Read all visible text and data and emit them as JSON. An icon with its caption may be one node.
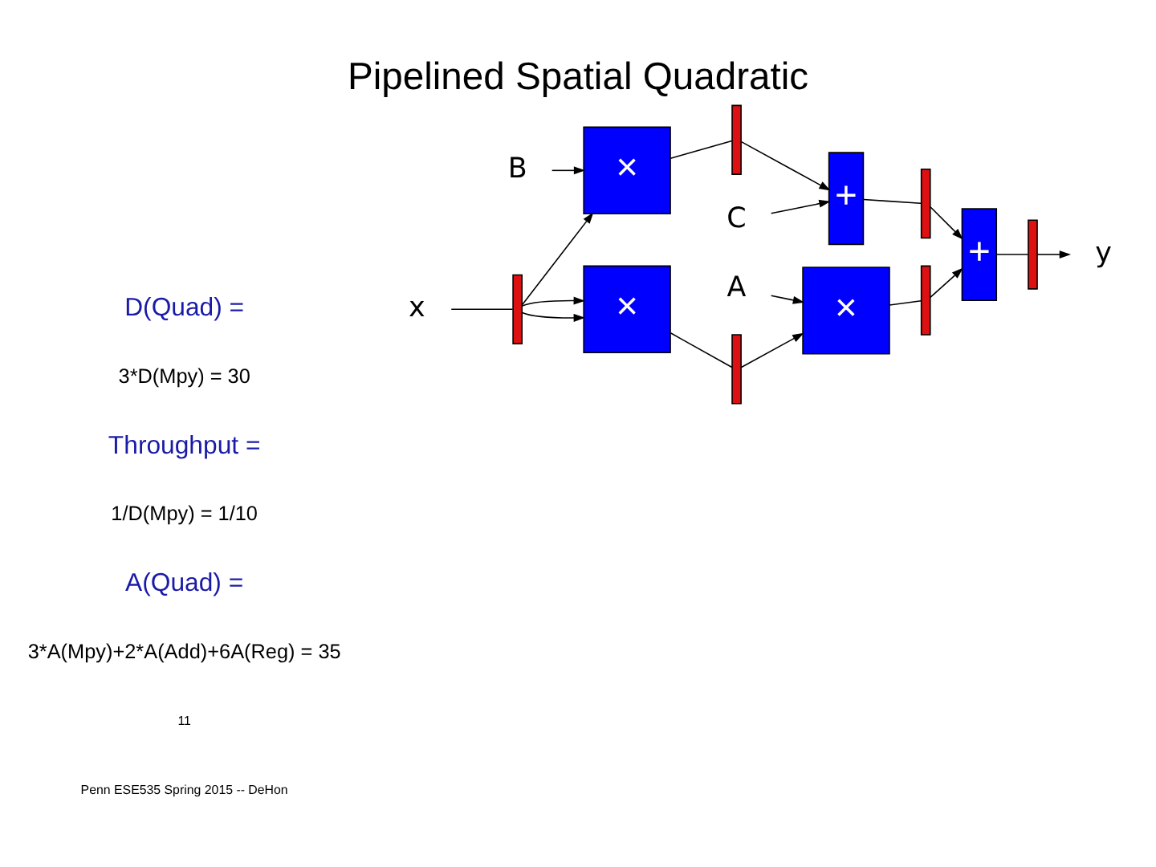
{
  "diagram": {
    "title": "Pipelined Spatial Quadratic",
    "nodes": [
      {
        "text": [
          "x"
        ]
      },
      {
        "text": [],
        "shape": "bar"
      },
      {
        "text": [
          "×"
        ]
      },
      {
        "text": [],
        "shape": "bar"
      },
      {
        "text": [
          "×"
        ]
      },
      {
        "text": [],
        "shape": "bar"
      },
      {
        "text": [
          "A"
        ]
      },
      {
        "text": [
          "×"
        ]
      },
      {
        "text": [
          "B"
        ]
      },
      {
        "text": [],
        "shape": "bar"
      },
      {
        "text": [
          "+"
        ]
      },
      {
        "text": [
          "C"
        ]
      },
      {
        "text": [],
        "shape": "bar"
      },
      {
        "text": [
          "+"
        ]
      },
      {
        "text": [],
        "shape": "bar"
      },
      {
        "text": [
          "y"
        ]
      }
    ],
    "edges": [
      {
        "from": 0,
        "to": 1,
        "arrow": "none"
      },
      {
        "from": 1,
        "to": 2,
        "arrow": "to"
      },
      {
        "from": 1,
        "to": 2,
        "arrow": "to"
      },
      {
        "from": 1,
        "to": 7,
        "arrow": "to"
      },
      {
        "from": 2,
        "to": 3,
        "arrow": "none"
      },
      {
        "from": 3,
        "to": 4,
        "arrow": "to"
      },
      {
        "from": 6,
        "to": 4,
        "arrow": "to"
      },
      {
        "from": 4,
        "to": 5,
        "arrow": "none"
      },
      {
        "from": 5,
        "to": 13,
        "arrow": "to"
      },
      {
        "from": 8,
        "to": 7,
        "arrow": "to"
      },
      {
        "from": 7,
        "to": 9,
        "arrow": "none"
      },
      {
        "from": 9,
        "to": 10,
        "arrow": "to"
      },
      {
        "from": 11,
        "to": 10,
        "arrow": "to"
      },
      {
        "from": 10,
        "to": 12,
        "arrow": "none"
      },
      {
        "from": 12,
        "to": 13,
        "arrow": "to"
      },
      {
        "from": 13,
        "to": 14,
        "arrow": "none"
      },
      {
        "from": 14,
        "to": 15,
        "arrow": "to"
      }
    ],
    "labels": [
      "D(Quad) =",
      "3*D(Mpy) = 30",
      "Throughput =",
      "1/D(Mpy) = 1/10",
      "A(Quad) =",
      "3*A(Mpy)+2*A(Add)+6A(Reg) = 35",
      "11",
      "Penn ESE535 Spring 2015 -- DeHon"
    ]
  }
}
